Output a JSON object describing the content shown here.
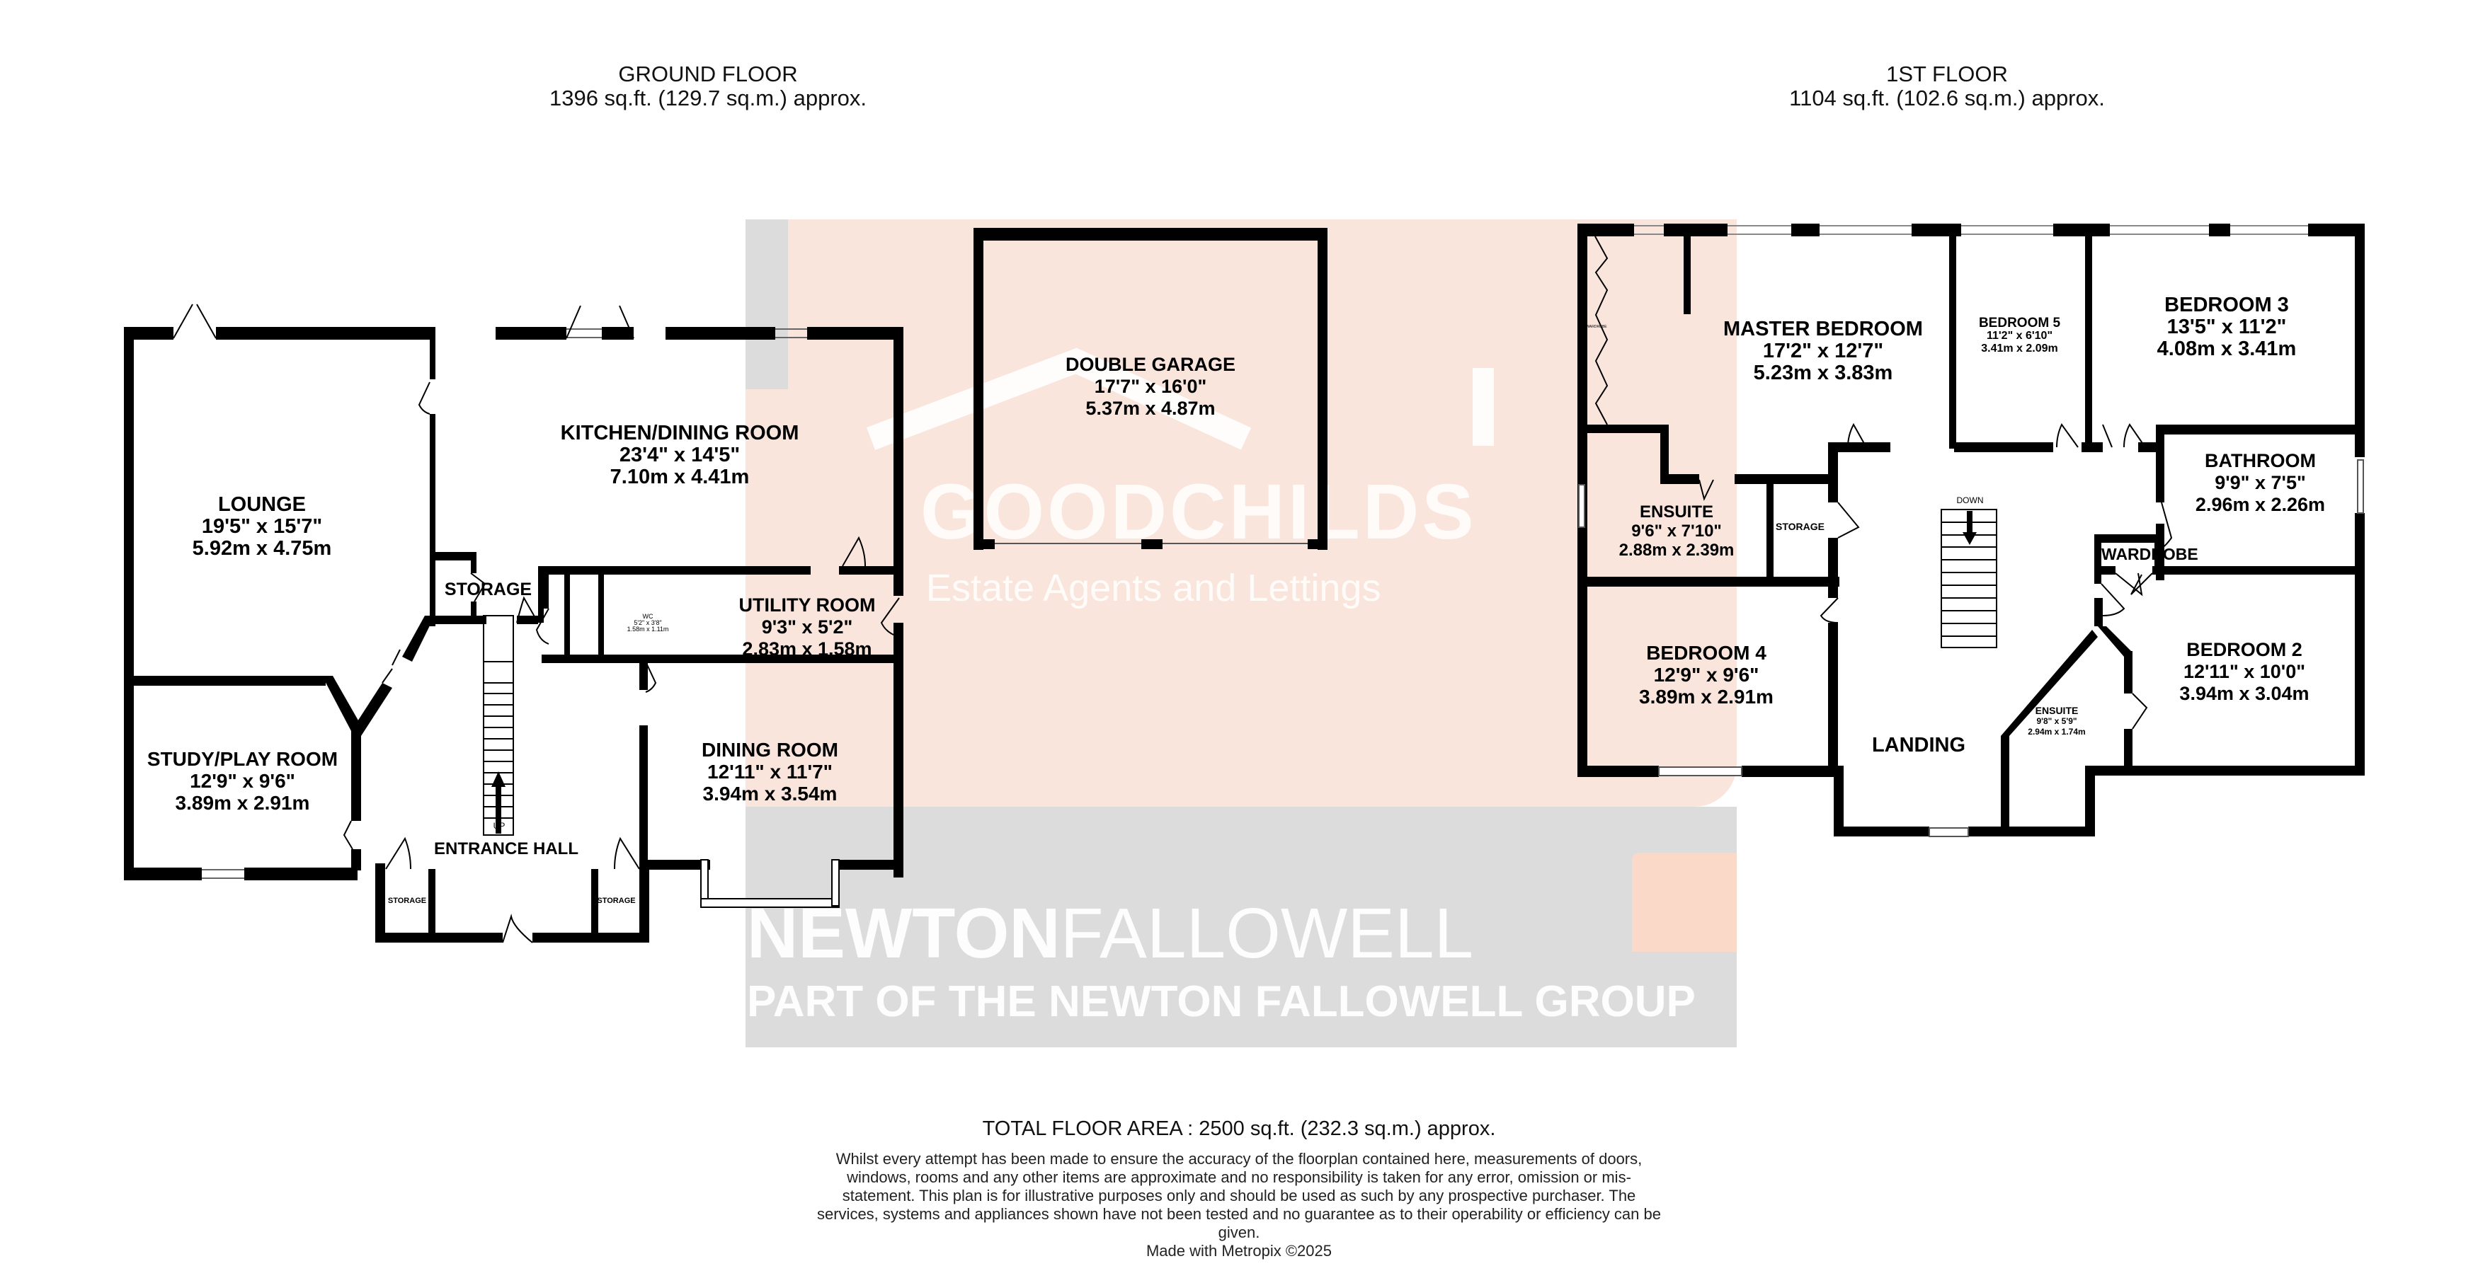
{
  "ground_floor": {
    "title": "GROUND FLOOR",
    "area": "1396 sq.ft. (129.7 sq.m.) approx.",
    "rooms": [
      {
        "name": "LOUNGE",
        "imperial": "19'5\"  x 15'7\"",
        "metric": "5.92m  x 4.75m"
      },
      {
        "name": "KITCHEN/DINING ROOM",
        "imperial": "23'4\"  x 14'5\"",
        "metric": "7.10m  x 4.41m"
      },
      {
        "name": "STORAGE"
      },
      {
        "name": "WC",
        "imperial": "5'2\"  x 3'8\"",
        "metric": "1.58m  x 1.11m"
      },
      {
        "name": "UTILITY ROOM",
        "imperial": "9'3\"  x 5'2\"",
        "metric": "2.83m  x 1.58m"
      },
      {
        "name": "STUDY/PLAY ROOM",
        "imperial": "12'9\"  x 9'6\"",
        "metric": "3.89m  x 2.91m"
      },
      {
        "name": "DINING ROOM",
        "imperial": "12'11\"  x 11'7\"",
        "metric": "3.94m  x 3.54m"
      },
      {
        "name": "ENTRANCE HALL"
      },
      {
        "name": "STORAGE"
      },
      {
        "name": "STORAGE"
      },
      {
        "name": "DOUBLE GARAGE",
        "imperial": "17'7\"  x 16'0\"",
        "metric": "5.37m  x 4.87m"
      }
    ],
    "stairs_label": "UP"
  },
  "first_floor": {
    "title": "1ST FLOOR",
    "area": "1104 sq.ft. (102.6 sq.m.) approx.",
    "rooms": [
      {
        "name": "MASTER BEDROOM",
        "imperial": "17'2\"  x 12'7\"",
        "metric": "5.23m  x 3.83m"
      },
      {
        "name": "BEDROOM 5",
        "imperial": "11'2\"  x 6'10\"",
        "metric": "3.41m  x 2.09m"
      },
      {
        "name": "BEDROOM 3",
        "imperial": "13'5\"  x 11'2\"",
        "metric": "4.08m  x 3.41m"
      },
      {
        "name": "ENSUITE",
        "imperial": "9'6\"  x 7'10\"",
        "metric": "2.88m  x 2.39m"
      },
      {
        "name": "STORAGE"
      },
      {
        "name": "BATHROOM",
        "imperial": "9'9\"  x 7'5\"",
        "metric": "2.96m  x 2.26m"
      },
      {
        "name": "WARDROBE"
      },
      {
        "name": "BEDROOM 4",
        "imperial": "12'9\"  x 9'6\"",
        "metric": "3.89m  x 2.91m"
      },
      {
        "name": "LANDING"
      },
      {
        "name": "ENSUITE",
        "imperial": "9'8\"  x 5'9\"",
        "metric": "2.94m  x 1.74m"
      },
      {
        "name": "BEDROOM 2",
        "imperial": "12'11\"  x 10'0\"",
        "metric": "3.94m  x 3.04m"
      },
      {
        "name": "WARDROBE"
      }
    ],
    "stairs_label": "DOWN"
  },
  "watermark": {
    "brand_primary": "GOODCHILDS",
    "brand_tagline": "Estate Agents and Lettings",
    "group_name_bold": "NEWTON",
    "group_name_light": "FALLOWELL",
    "group_tagline": "PART OF THE NEWTON FALLOWELL GROUP",
    "colors": {
      "peach": "#f9e5dc",
      "grey": "#dcdcdc",
      "accent": "#fbd9c8"
    }
  },
  "footer": {
    "total_area": "TOTAL FLOOR AREA : 2500 sq.ft. (232.3 sq.m.) approx.",
    "disclaimer": "Whilst every attempt has been made to ensure the accuracy of the floorplan contained here, measurements of doors, windows, rooms and any other items are approximate and no responsibility is taken for any error, omission or mis-statement. This plan is for illustrative purposes only and should be used as such by any prospective purchaser. The services, systems and appliances shown have not been tested and no guarantee as to their operability or efficiency can be given.",
    "credit": "Made with Metropix ©2025"
  }
}
